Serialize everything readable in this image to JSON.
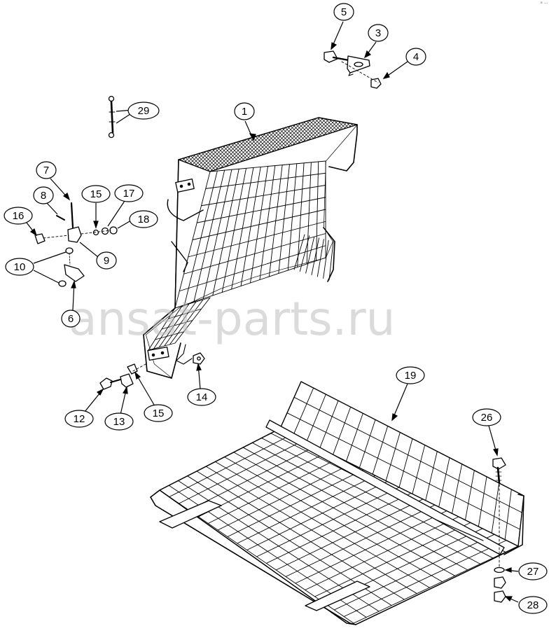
{
  "watermark": "ansat-parts.ru",
  "corner_mark": "ᴮ ···",
  "callouts": [
    {
      "id": "c1",
      "label": "1"
    },
    {
      "id": "c3",
      "label": "3"
    },
    {
      "id": "c4",
      "label": "4"
    },
    {
      "id": "c5",
      "label": "5"
    },
    {
      "id": "c6",
      "label": "6"
    },
    {
      "id": "c7",
      "label": "7"
    },
    {
      "id": "c8",
      "label": "8"
    },
    {
      "id": "c9",
      "label": "9"
    },
    {
      "id": "c10",
      "label": "10"
    },
    {
      "id": "c12",
      "label": "12"
    },
    {
      "id": "c13",
      "label": "13"
    },
    {
      "id": "c14",
      "label": "14"
    },
    {
      "id": "c15a",
      "label": "15"
    },
    {
      "id": "c15b",
      "label": "15"
    },
    {
      "id": "c16",
      "label": "16"
    },
    {
      "id": "c17",
      "label": "17"
    },
    {
      "id": "c18",
      "label": "18"
    },
    {
      "id": "c19",
      "label": "19"
    },
    {
      "id": "c26",
      "label": "26"
    },
    {
      "id": "c27",
      "label": "27"
    },
    {
      "id": "c28",
      "label": "28"
    },
    {
      "id": "c29",
      "label": "29"
    }
  ]
}
